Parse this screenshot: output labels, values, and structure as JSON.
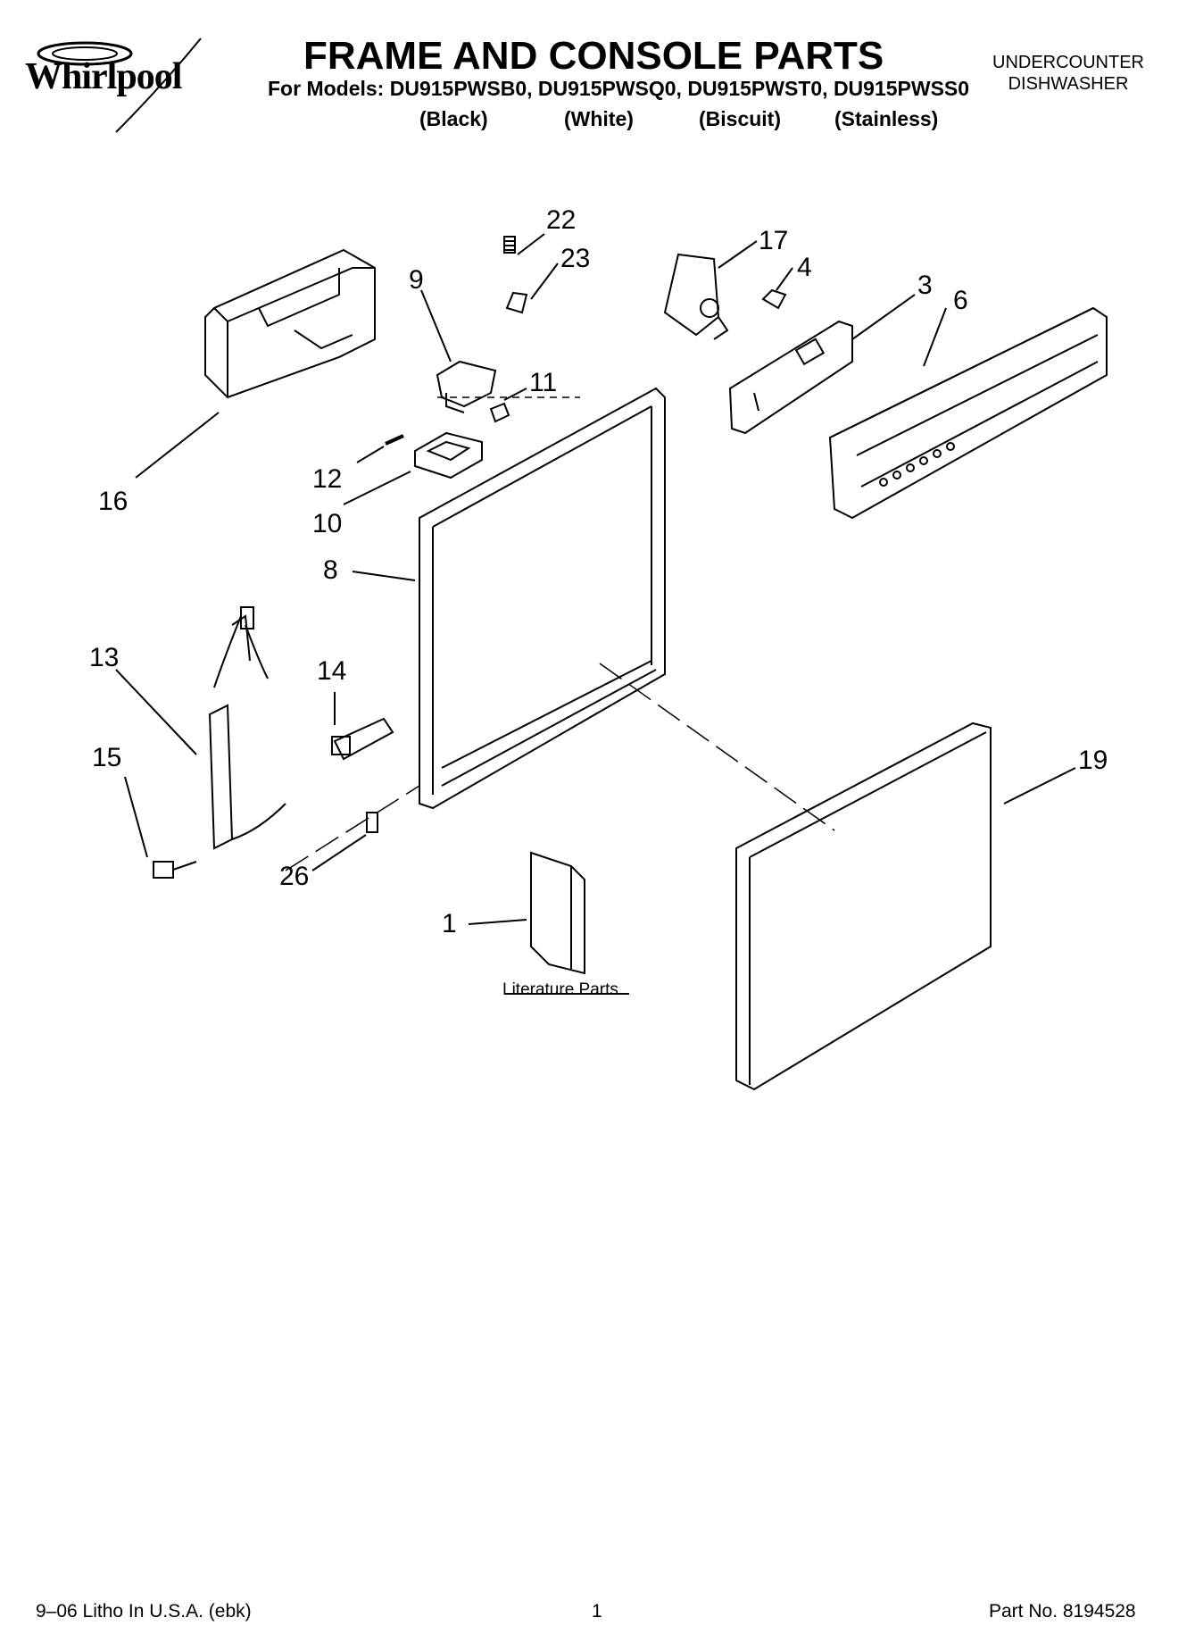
{
  "header": {
    "brand": "Whirlpool",
    "title": "FRAME AND CONSOLE PARTS",
    "models": "For Models: DU915PWSB0, DU915PWSQ0, DU915PWST0, DU915PWSS0",
    "colors": [
      "(Black)",
      "(White)",
      "(Biscuit)",
      "(Stainless)"
    ],
    "appliance_line1": "UNDERCOUNTER",
    "appliance_line2": "DISHWASHER"
  },
  "callouts": [
    "22",
    "23",
    "9",
    "17",
    "4",
    "3",
    "6",
    "11",
    "16",
    "12",
    "10",
    "8",
    "13",
    "14",
    "15",
    "19",
    "26",
    "1"
  ],
  "literature_label": "Literature Parts",
  "footer": {
    "litho": "9–06 Litho In U.S.A. (ebk)",
    "page": "1",
    "part_no": "Part No. 8194528"
  }
}
